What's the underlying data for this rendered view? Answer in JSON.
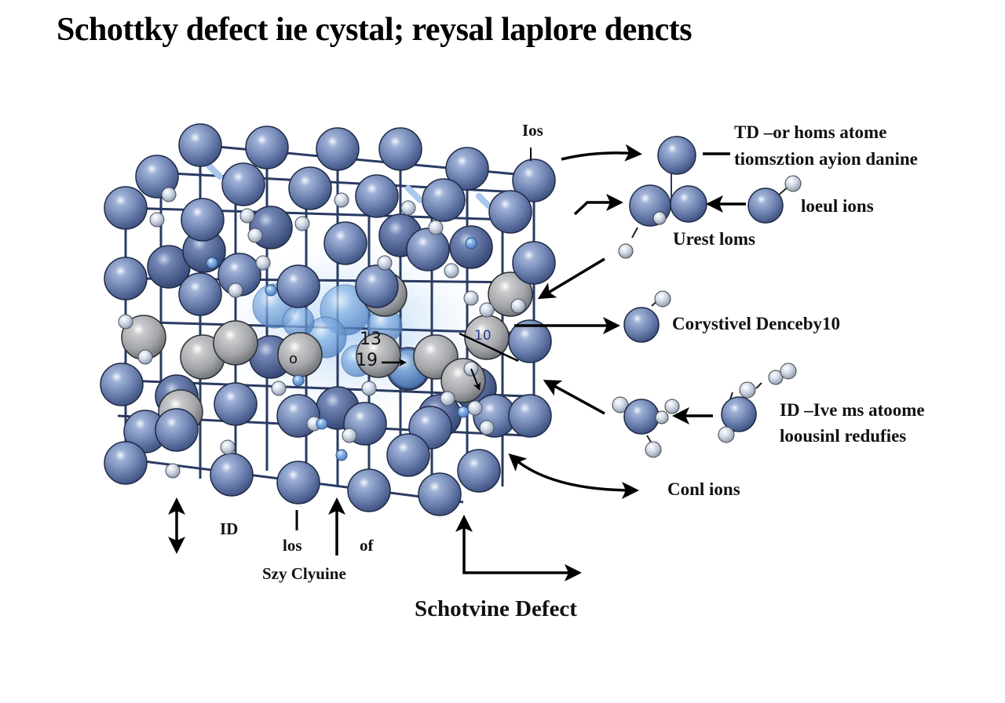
{
  "title": "Schottky defect iıe cystal; reysal laplore dencts",
  "colors": {
    "cation_blue": "#7488b6",
    "cation_dark": "#3c4f7f",
    "vacancy_grey": "#a7a9ab",
    "small_atom": "#d7dfea",
    "bond": "#2a3b63",
    "defect_glow": "#9cc4ec",
    "arrow": "#000000"
  },
  "labels": {
    "top_ios": "Ios",
    "td_line1": "TD –or  homs atome",
    "td_line2": "tiomsztion  ayion danine",
    "local_ions": "loeul ions",
    "urest_loms": "Urest loms",
    "crystal_density": "Corystivel Denceby10",
    "id_line1": "ID –Ive ms atoome",
    "id_line2": "loousinl redufies",
    "conl_ions": "Conl ions",
    "bottom_id": "ID",
    "bottom_ios": "los",
    "bottom_of": "of",
    "bottom_szy": "Szy Clyuine",
    "bottom_caption": "Schotvine Defect"
  },
  "inner_annotations": {
    "num_13": "13",
    "num_19": "19",
    "num_10": "10",
    "letter_o": "o"
  },
  "icons": {
    "arrow_right": "arrow-right-icon",
    "arrow_left": "arrow-left-icon",
    "arrow_updown": "double-arrow-vertical-icon",
    "arrow_up": "arrow-up-icon"
  }
}
